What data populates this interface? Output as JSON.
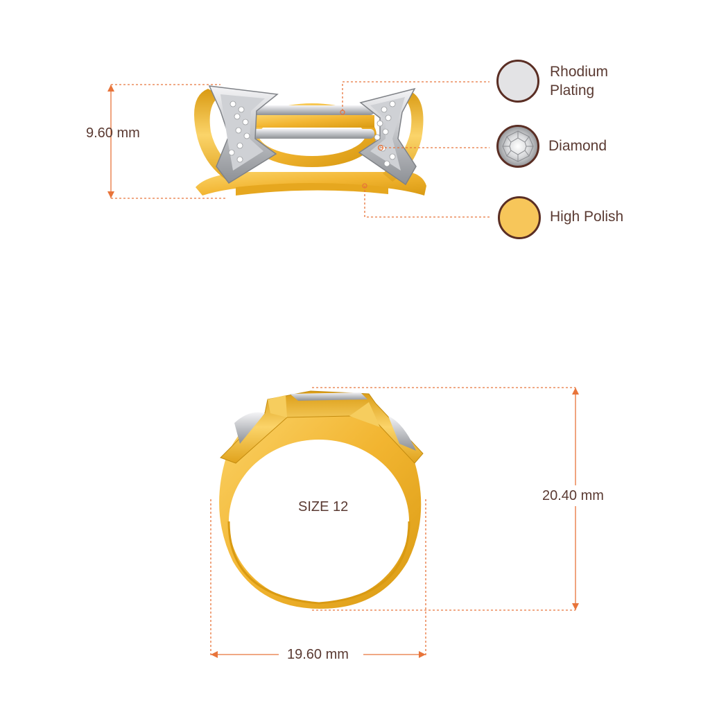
{
  "colors": {
    "dimension_line": "#e8743a",
    "text": "#5a3a32",
    "gold": "#f2b531",
    "gold_dark": "#d99a12",
    "rhodium": "#e3e3e5",
    "swatch_border": "#5a2e24"
  },
  "front_view": {
    "height_label": "9.60 mm"
  },
  "legend": {
    "items": [
      {
        "label": "Rhodium\nPlating",
        "line1": "Rhodium",
        "line2": "Plating",
        "swatch": "rhodium-swatch"
      },
      {
        "label": "Diamond",
        "swatch": "diamond-swatch"
      },
      {
        "label": "High Polish",
        "swatch": "gold-swatch"
      }
    ]
  },
  "side_view": {
    "size_label": "SIZE 12",
    "height_label": "20.40 mm",
    "width_label": "19.60 mm"
  }
}
